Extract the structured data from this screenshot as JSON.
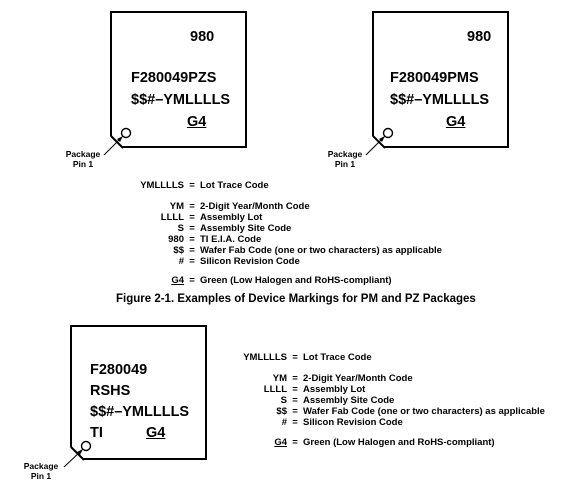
{
  "figure1": {
    "chip_pz": {
      "line1": "980",
      "line2": "F280049PZS",
      "line3": "$$#–YMLLLLS",
      "line4": "G4"
    },
    "chip_pm": {
      "line1": "980",
      "line2": "F280049PMS",
      "line3": "$$#–YMLLLLS",
      "line4": "G4"
    },
    "pin_label": {
      "line1": "Package",
      "line2": "Pin 1"
    },
    "legend": [
      {
        "key": "YMLLLLS",
        "eq": "=",
        "value": "Lot Trace Code"
      },
      {
        "key": "YM",
        "eq": "=",
        "value": "2-Digit Year/Month Code"
      },
      {
        "key": "LLLL",
        "eq": "=",
        "value": "Assembly Lot"
      },
      {
        "key": "S",
        "eq": "=",
        "value": "Assembly Site Code"
      },
      {
        "key": "980",
        "eq": "=",
        "value": "TI E.I.A. Code"
      },
      {
        "key": "$$",
        "eq": "=",
        "value": "Wafer Fab Code (one or two characters) as applicable"
      },
      {
        "key": "#",
        "eq": "=",
        "value": "Silicon Revision Code"
      },
      {
        "key": "G4",
        "eq": "=",
        "value": "Green (Low Halogen and RoHS-compliant)"
      }
    ],
    "caption": "Figure 2-1. Examples of Device Markings for PM and PZ Packages"
  },
  "figure2": {
    "chip": {
      "line1": "F280049",
      "line2": "RSHS",
      "line3": "$$#–YMLLLLS",
      "line4a": "TI",
      "line4b": "G4"
    },
    "pin_label": {
      "line1": "Package",
      "line2": "Pin 1"
    },
    "legend": [
      {
        "key": "YMLLLLS",
        "eq": "=",
        "value": "Lot Trace Code"
      },
      {
        "key": "YM",
        "eq": "=",
        "value": "2-Digit Year/Month Code"
      },
      {
        "key": "LLLL",
        "eq": "=",
        "value": "Assembly Lot"
      },
      {
        "key": "S",
        "eq": "=",
        "value": "Assembly Site Code"
      },
      {
        "key": "$$",
        "eq": "=",
        "value": "Wafer Fab Code (one or two characters) as applicable"
      },
      {
        "key": "#",
        "eq": "=",
        "value": "Silicon Revision Code"
      },
      {
        "key": "G4",
        "eq": "=",
        "value": "Green (Low Halogen and RoHS-compliant)"
      }
    ]
  }
}
